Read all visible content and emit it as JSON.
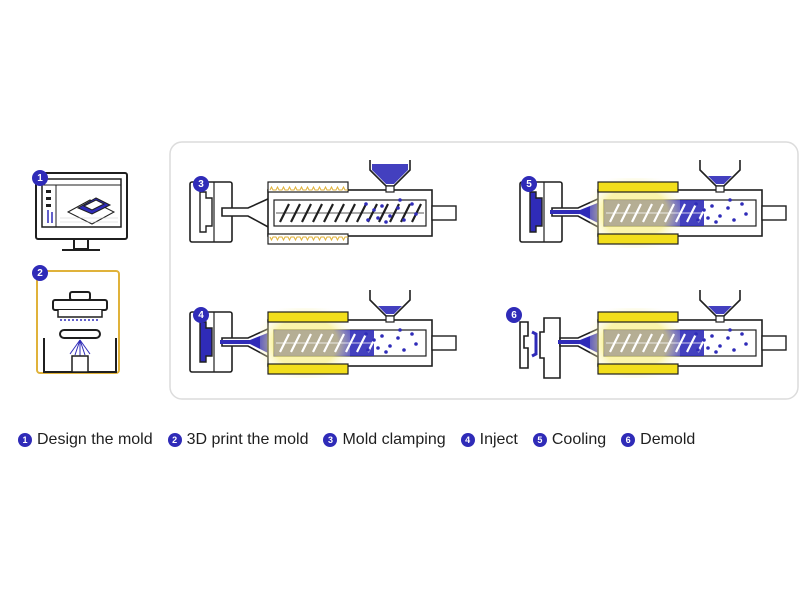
{
  "colors": {
    "ink": "#1f1f1f",
    "accent_blue": "#2f2bb8",
    "heater_yellow": "#f2de1b",
    "heater_glow": "#f8ee7a",
    "mold_gold": "#e0b23a",
    "panel_border": "#dcdcdc",
    "light_gray": "#eaeaea"
  },
  "steps": [
    {
      "num": "1",
      "label": "Design the mold",
      "icon": "monitor-cad-icon"
    },
    {
      "num": "2",
      "label": "3D print the mold",
      "icon": "resin-printer-icon"
    },
    {
      "num": "3",
      "label": "Mold clamping",
      "heaters": "off",
      "melt": "none"
    },
    {
      "num": "4",
      "label": "Inject",
      "heaters": "on",
      "melt": "full"
    },
    {
      "num": "5",
      "label": "Cooling",
      "heaters": "on",
      "melt": "full"
    },
    {
      "num": "6",
      "label": "Demold",
      "heaters": "on",
      "melt": "full",
      "mold_open": true
    }
  ]
}
